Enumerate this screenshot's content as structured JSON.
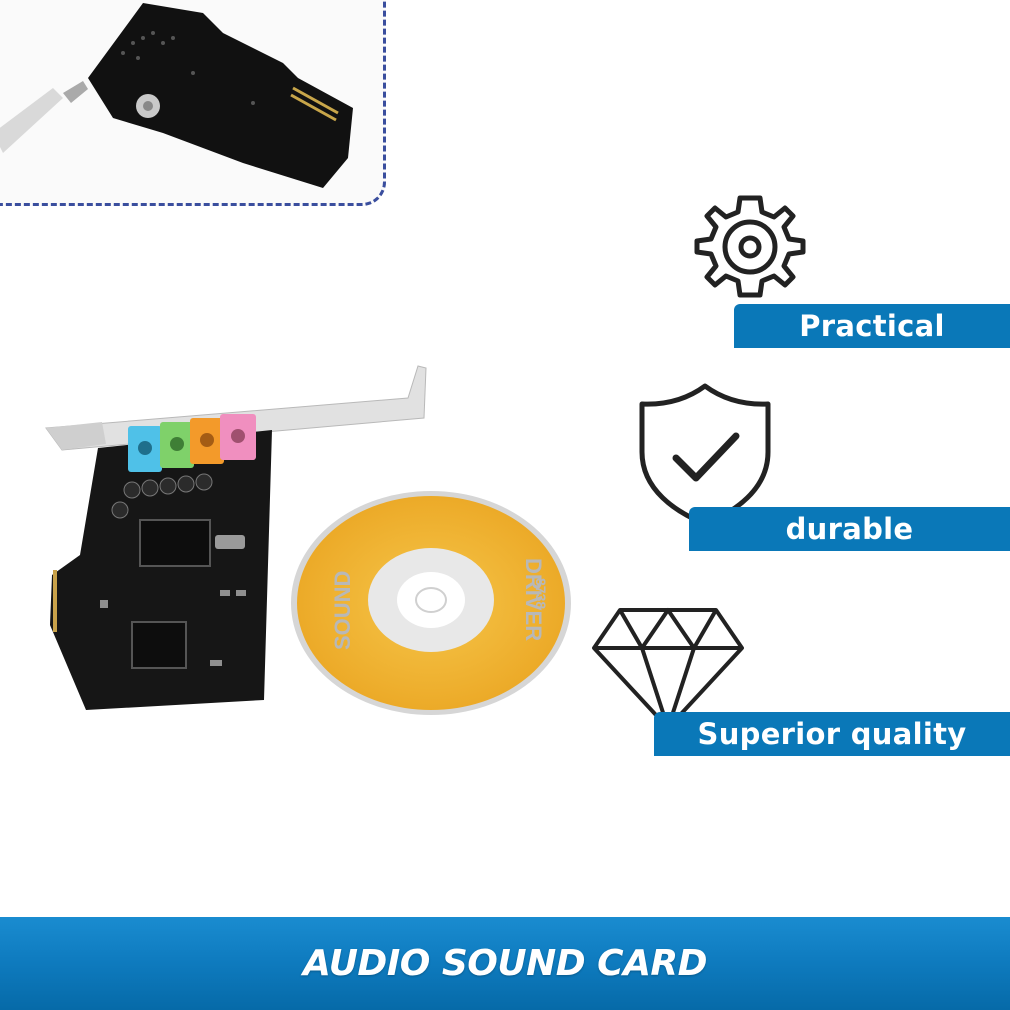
{
  "features": [
    {
      "label": "Practical",
      "icon": "gear-icon"
    },
    {
      "label": "durable",
      "icon": "shield-check-icon"
    },
    {
      "label": "Superior quality",
      "icon": "diamond-icon"
    }
  ],
  "disc": {
    "label_left": "SOUND",
    "label_right": "DRIVER",
    "code": "8738"
  },
  "footer": {
    "title": "AUDIO SOUND CARD"
  },
  "colors": {
    "accent_blue": "#0a78b8",
    "dashed_border": "#3a4e9e",
    "disc_gold": "#f2b431"
  }
}
